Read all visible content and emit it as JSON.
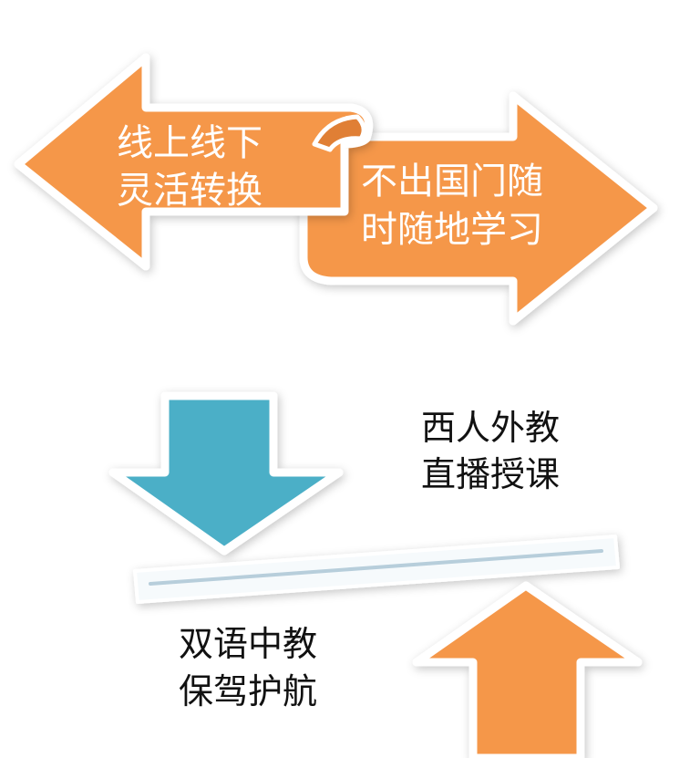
{
  "colors": {
    "orange": "#F5974A",
    "teal": "#4BAFC7",
    "bar_fill": "#E3EEF4",
    "bar_line": "#B7CEDB",
    "frame": "#FFFFFF"
  },
  "left_arrow": {
    "line1": "线上线下",
    "line2": "灵活转换"
  },
  "right_arrow": {
    "line1": "不出国门随",
    "line2": "时随地学习"
  },
  "top_right_text": {
    "line1": "西人外教",
    "line2": "直播授课"
  },
  "bottom_left_text": {
    "line1": "双语中教",
    "line2": "保驾护航"
  },
  "icons": {
    "left_arrow": "arrow-left-icon",
    "right_arrow": "arrow-right-icon",
    "down_arrow": "arrow-down-icon",
    "up_arrow": "arrow-up-icon"
  }
}
